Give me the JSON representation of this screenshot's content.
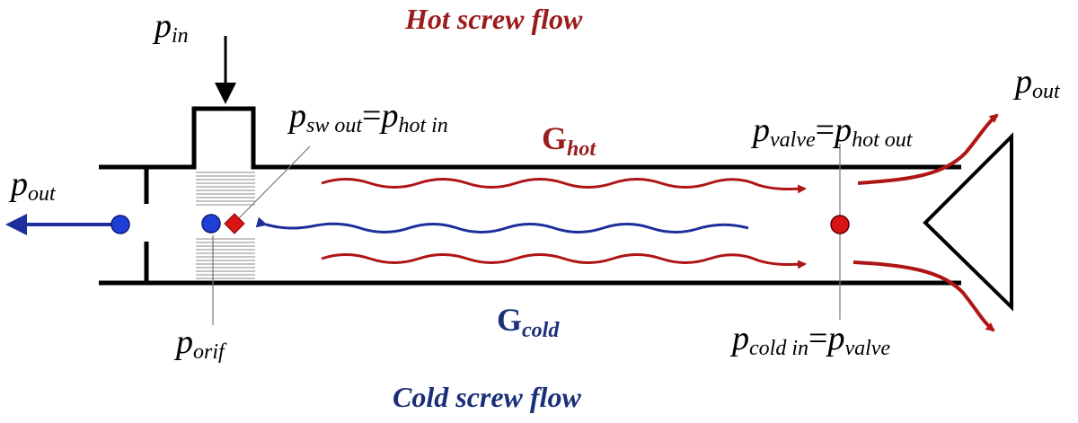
{
  "titles": {
    "hot_flow": "Hot screw flow",
    "cold_flow": "Cold screw flow"
  },
  "labels": {
    "p_in": {
      "base": "p",
      "sub": "in"
    },
    "p_out_left": {
      "base": "p",
      "sub": "out"
    },
    "p_out_right": {
      "base": "p",
      "sub": "out"
    },
    "p_sw_out_eq": {
      "base": "p",
      "sub": "sw out",
      "eq": "=",
      "base2": "p",
      "sub2": "hot in"
    },
    "p_valve_eq": {
      "base": "p",
      "sub": "valve",
      "eq": "=",
      "base2": "p",
      "sub2": "hot out"
    },
    "p_orif": {
      "base": "p",
      "sub": "orif"
    },
    "p_cold_in_eq": {
      "base": "p",
      "sub": "cold in",
      "eq": "=",
      "base2": "p",
      "sub2": "valve"
    },
    "g_hot": {
      "base": "G",
      "sub": "hot"
    },
    "g_cold": {
      "base": "G",
      "sub": "cold"
    }
  },
  "colors": {
    "hot": "#9b1c1c",
    "cold": "#1c2f7a",
    "marker_blue": "#1f3fd6",
    "marker_red": "#d81414",
    "line": "#000000"
  }
}
